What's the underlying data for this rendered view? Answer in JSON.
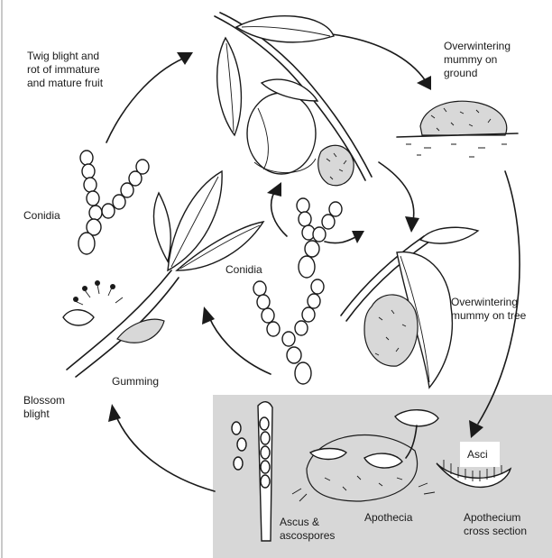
{
  "labels": {
    "twig_blight": [
      "Twig blight and",
      "rot of immature",
      "and mature fruit"
    ],
    "overwintering_ground": [
      "Overwintering",
      "mummy on",
      "ground"
    ],
    "conidia_left": "Conidia",
    "conidia_center": "Conidia",
    "overwintering_tree": [
      "Overwintering",
      "mummy on tree"
    ],
    "gumming": "Gumming",
    "blossom_blight": [
      "Blossom",
      "blight"
    ],
    "asci": "Asci",
    "ascus_ascospores": [
      "Ascus &",
      "ascospores"
    ],
    "apothecia": "Apothecia",
    "apothecium_cross_section": [
      "Apothecium",
      "cross section"
    ]
  },
  "colors": {
    "ink": "#1a1a1a",
    "panel": "#d7d7d7",
    "background": "#ffffff"
  }
}
